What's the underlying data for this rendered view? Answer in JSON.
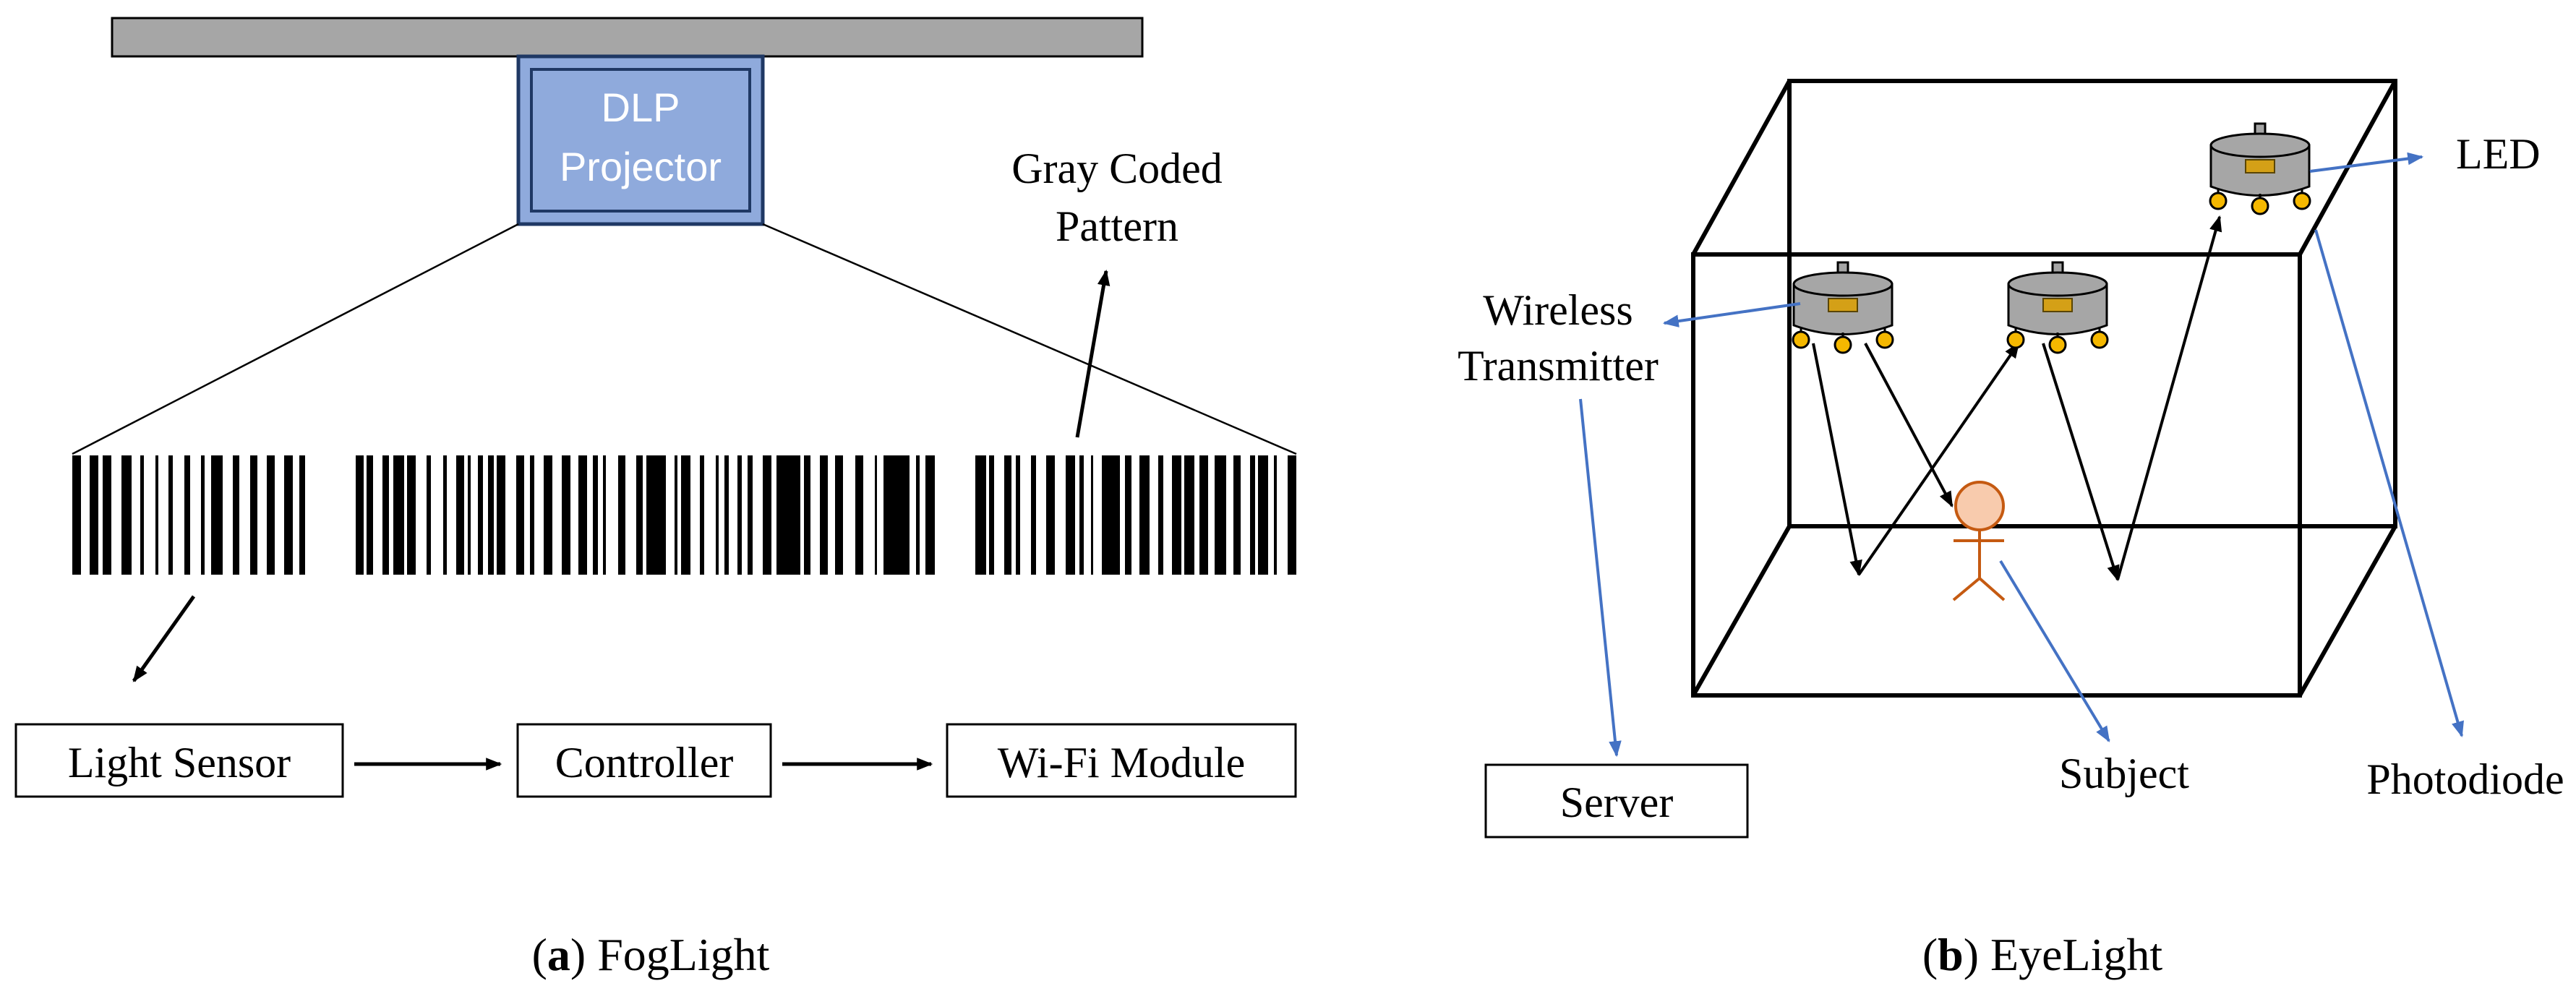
{
  "panel_a": {
    "projector_label_line1": "DLP",
    "projector_label_line2": "Projector",
    "pattern_label_line1": "Gray Coded",
    "pattern_label_line2": "Pattern",
    "light_sensor_label": "Light Sensor",
    "controller_label": "Controller",
    "wifi_label": "Wi-Fi Module",
    "caption_letter": "a",
    "caption_text": "FogLight"
  },
  "panel_b": {
    "led_label": "LED",
    "wireless_label_line1": "Wireless",
    "wireless_label_line2": "Transmitter",
    "server_label": "Server",
    "subject_label": "Subject",
    "photodiode_label": "Photodiode",
    "caption_letter": "b",
    "caption_text": "EyeLight"
  },
  "colors": {
    "projector_fill": "#8faadc",
    "mount_fill": "#a6a6a6",
    "device_fill": "#a6a6a6",
    "photodiode_fill": "#f5b800",
    "blue_arrow": "#4472c4",
    "subject_head": "#f8cbad",
    "subject_body": "#c55a11"
  },
  "icons": [
    "luminaire-icon",
    "stick-figure-icon"
  ]
}
